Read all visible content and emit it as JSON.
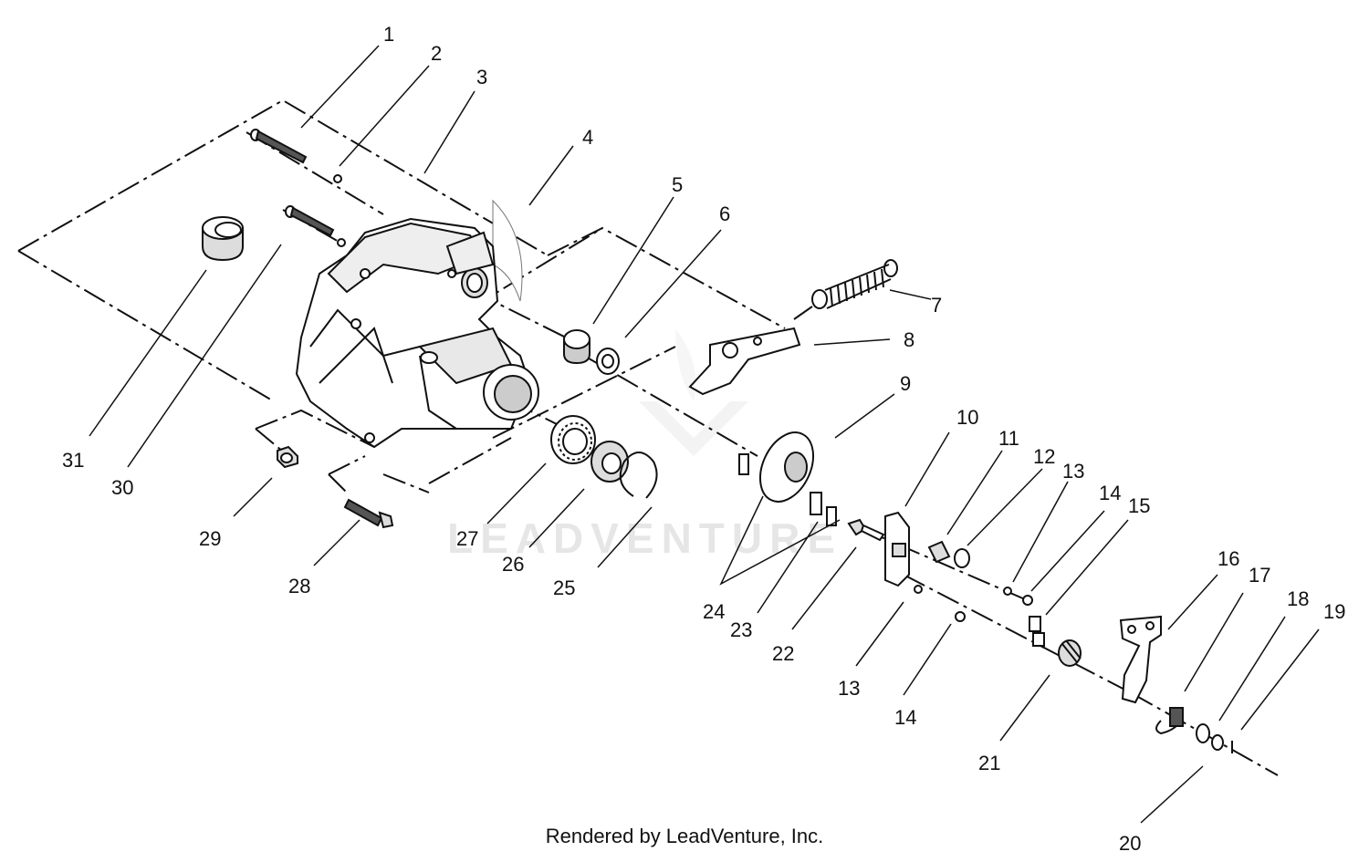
{
  "diagram": {
    "callouts": [
      "1",
      "2",
      "3",
      "4",
      "5",
      "6",
      "7",
      "8",
      "9",
      "10",
      "11",
      "12",
      "13",
      "14",
      "15",
      "16",
      "17",
      "18",
      "19",
      "20",
      "21",
      "22",
      "23",
      "24",
      "25",
      "26",
      "27",
      "28",
      "29",
      "30",
      "31",
      "13",
      "14"
    ],
    "watermark": "LEADVENTURE"
  },
  "footer": {
    "credit": "Rendered by LeadVenture, Inc."
  }
}
